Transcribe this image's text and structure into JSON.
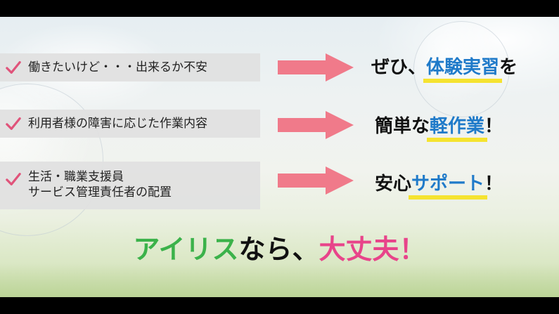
{
  "items": [
    {
      "text_lines": [
        "働きたいけど・・・出来るか不安"
      ],
      "result": {
        "prefix": "ぜひ、",
        "highlight": "体験実習",
        "suffix": "を"
      }
    },
    {
      "text_lines": [
        "利用者様の障害に応じた作業内容"
      ],
      "result": {
        "prefix": "簡単な",
        "highlight": "軽作業",
        "suffix": "！"
      }
    },
    {
      "text_lines": [
        "生活・職業支援員",
        "サービス管理責任者の配置"
      ],
      "result": {
        "prefix": "安心",
        "highlight": "サポート",
        "suffix": "！"
      }
    }
  ],
  "footer": {
    "brand": "アイリス",
    "middle": "なら、",
    "emphasis": "大丈夫",
    "exclaim": "！"
  },
  "colors": {
    "arrow": "#f07a8a",
    "check": "#e0537a",
    "highlight_text": "#1f7ac9",
    "underline": "#f5e330",
    "brand_green": "#3bb24a",
    "emphasis_pink": "#e8448a"
  },
  "icons": {
    "check": "checkmark-icon",
    "arrow": "right-arrow-icon"
  }
}
